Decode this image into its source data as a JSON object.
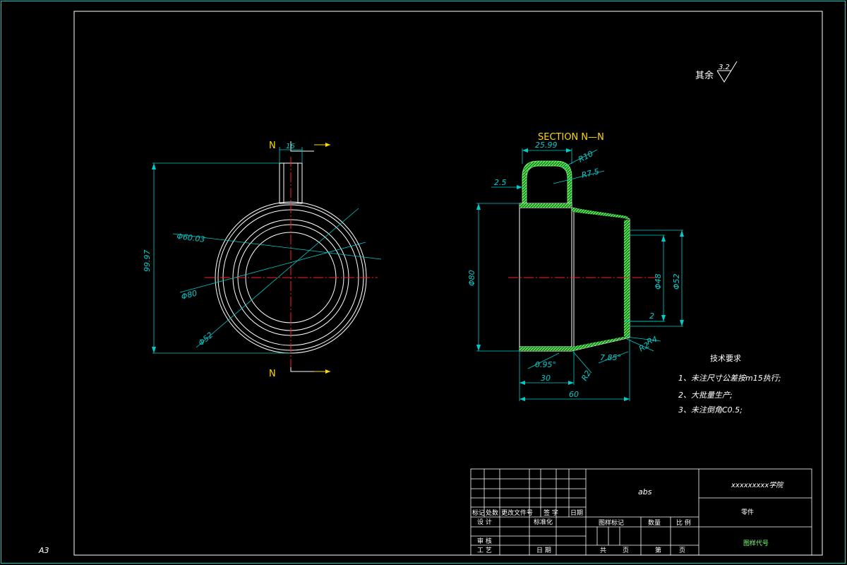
{
  "sheet": {
    "size_label": "A3"
  },
  "roughness": {
    "prefix": "其余",
    "value": "3.2"
  },
  "front_view": {
    "cut_label_top": "N",
    "cut_label_bottom": "N",
    "dim_top_width": "16",
    "dim_height": "99.97",
    "dim_d60": "Φ60.03",
    "dim_d80": "Φ80",
    "dim_d52": "Φ52"
  },
  "section_view": {
    "title": "SECTION  N—N",
    "dim_2599": "25.99",
    "dim_r10": "R10",
    "dim_r75": "R7.5",
    "dim_25": "2.5",
    "dim_d80": "Φ80",
    "dim_d48": "Φ48",
    "dim_d52": "Φ52",
    "dim_2": "2",
    "dim_r4": "R4",
    "dim_r2_right": "R2",
    "dim_785": "7.85°",
    "dim_095": "0.95°",
    "dim_r2_bottom": "R2",
    "dim_30": "30",
    "dim_60": "60"
  },
  "tech_requirements": {
    "title": "技术要求",
    "items": [
      "1、未注尺寸公差按m15执行;",
      "2、大批量生产;",
      "3、未注倒角C0.5;"
    ]
  },
  "title_block": {
    "material": "abs",
    "school": "xxxxxxxxx学院",
    "part_name": "零件",
    "drawing_no": "图样代号",
    "hdr_mark": "标记",
    "hdr_count": "处数",
    "hdr_doc": "更改文件号",
    "hdr_sign": "签 字",
    "hdr_date": "日期",
    "design": "设 计",
    "standard": "标准化",
    "review": "审 核",
    "process": "工 艺",
    "date": "日 期",
    "stage_mark": "图样标记",
    "quantity": "数量",
    "scale": "比 例",
    "total": "共",
    "sheet_of": "页",
    "sheet_no": "第",
    "sheet_page": "页"
  }
}
